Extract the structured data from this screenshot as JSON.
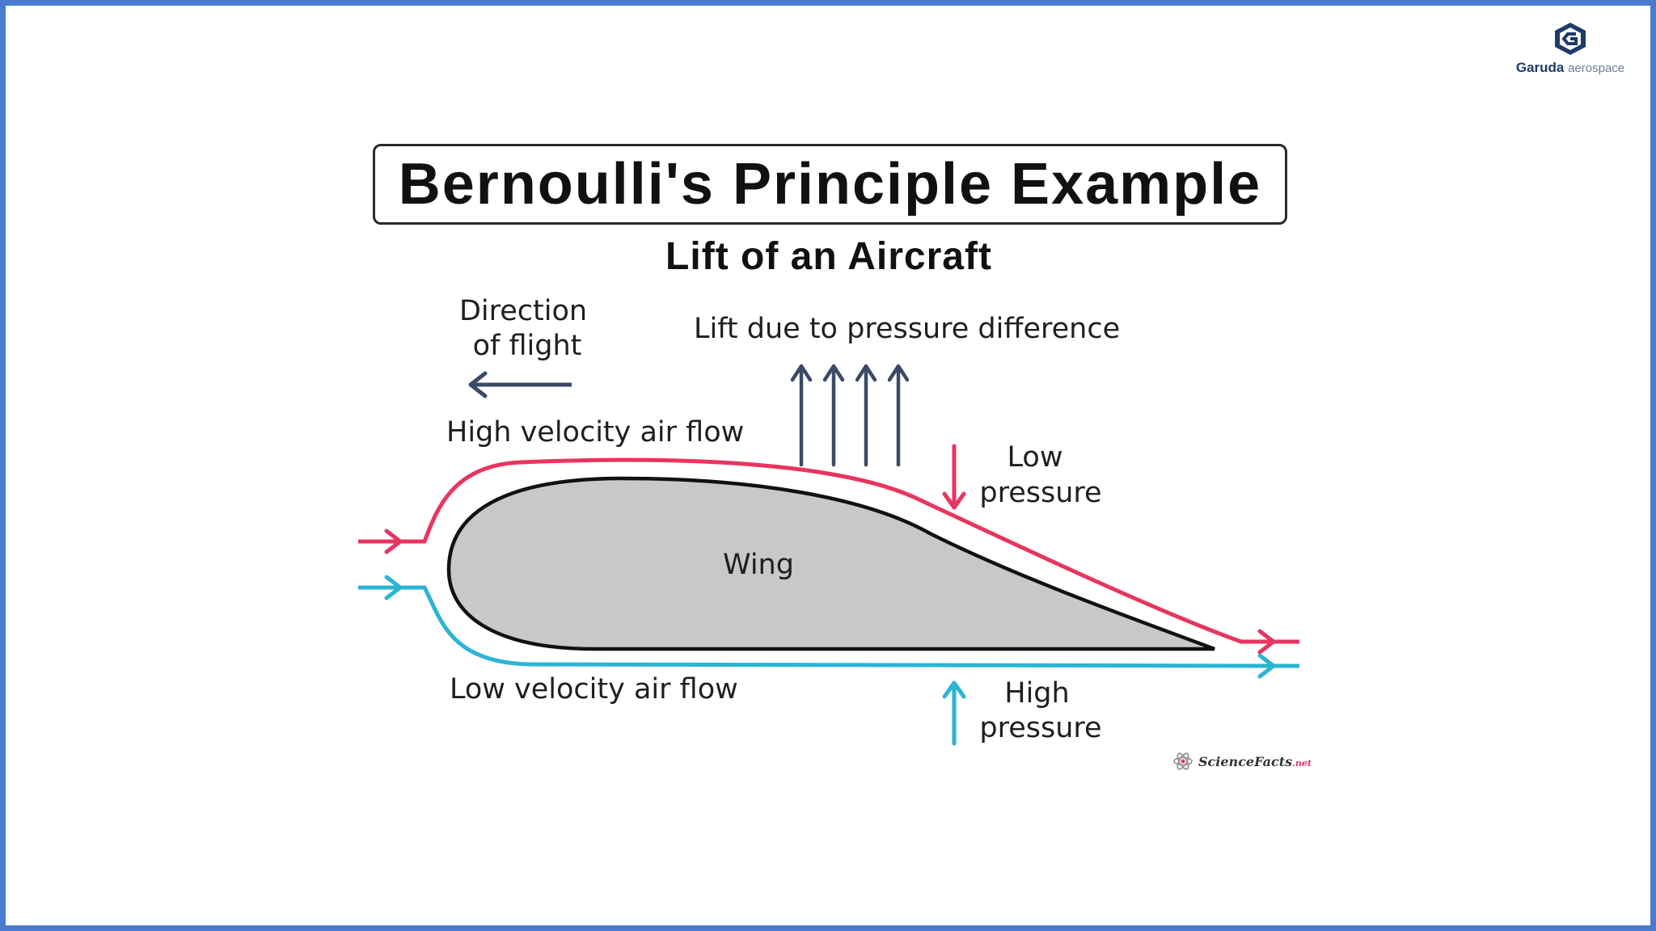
{
  "logo": {
    "brand": "Garuda",
    "suffix": "aerospace"
  },
  "title": "Bernoulli's Principle Example",
  "subtitle": "Lift of an Aircraft",
  "labels": {
    "direction_line1": "Direction",
    "direction_line2": "of flight",
    "lift": "Lift due to pressure difference",
    "high_velocity": "High velocity air flow",
    "low_pressure_line1": "Low",
    "low_pressure_line2": "pressure",
    "wing": "Wing",
    "low_velocity": "Low velocity air flow",
    "high_pressure_line1": "High",
    "high_pressure_line2": "pressure"
  },
  "credit": {
    "name": "ScienceFacts",
    "tld": ".net"
  },
  "colors": {
    "frame": "#4a7bd0",
    "upper_flow": "#e8355f",
    "lower_flow": "#2bb4d4",
    "lift_arrows": "#3b4a66",
    "wing_fill": "#c8c8c8",
    "wing_outline": "#111111"
  }
}
